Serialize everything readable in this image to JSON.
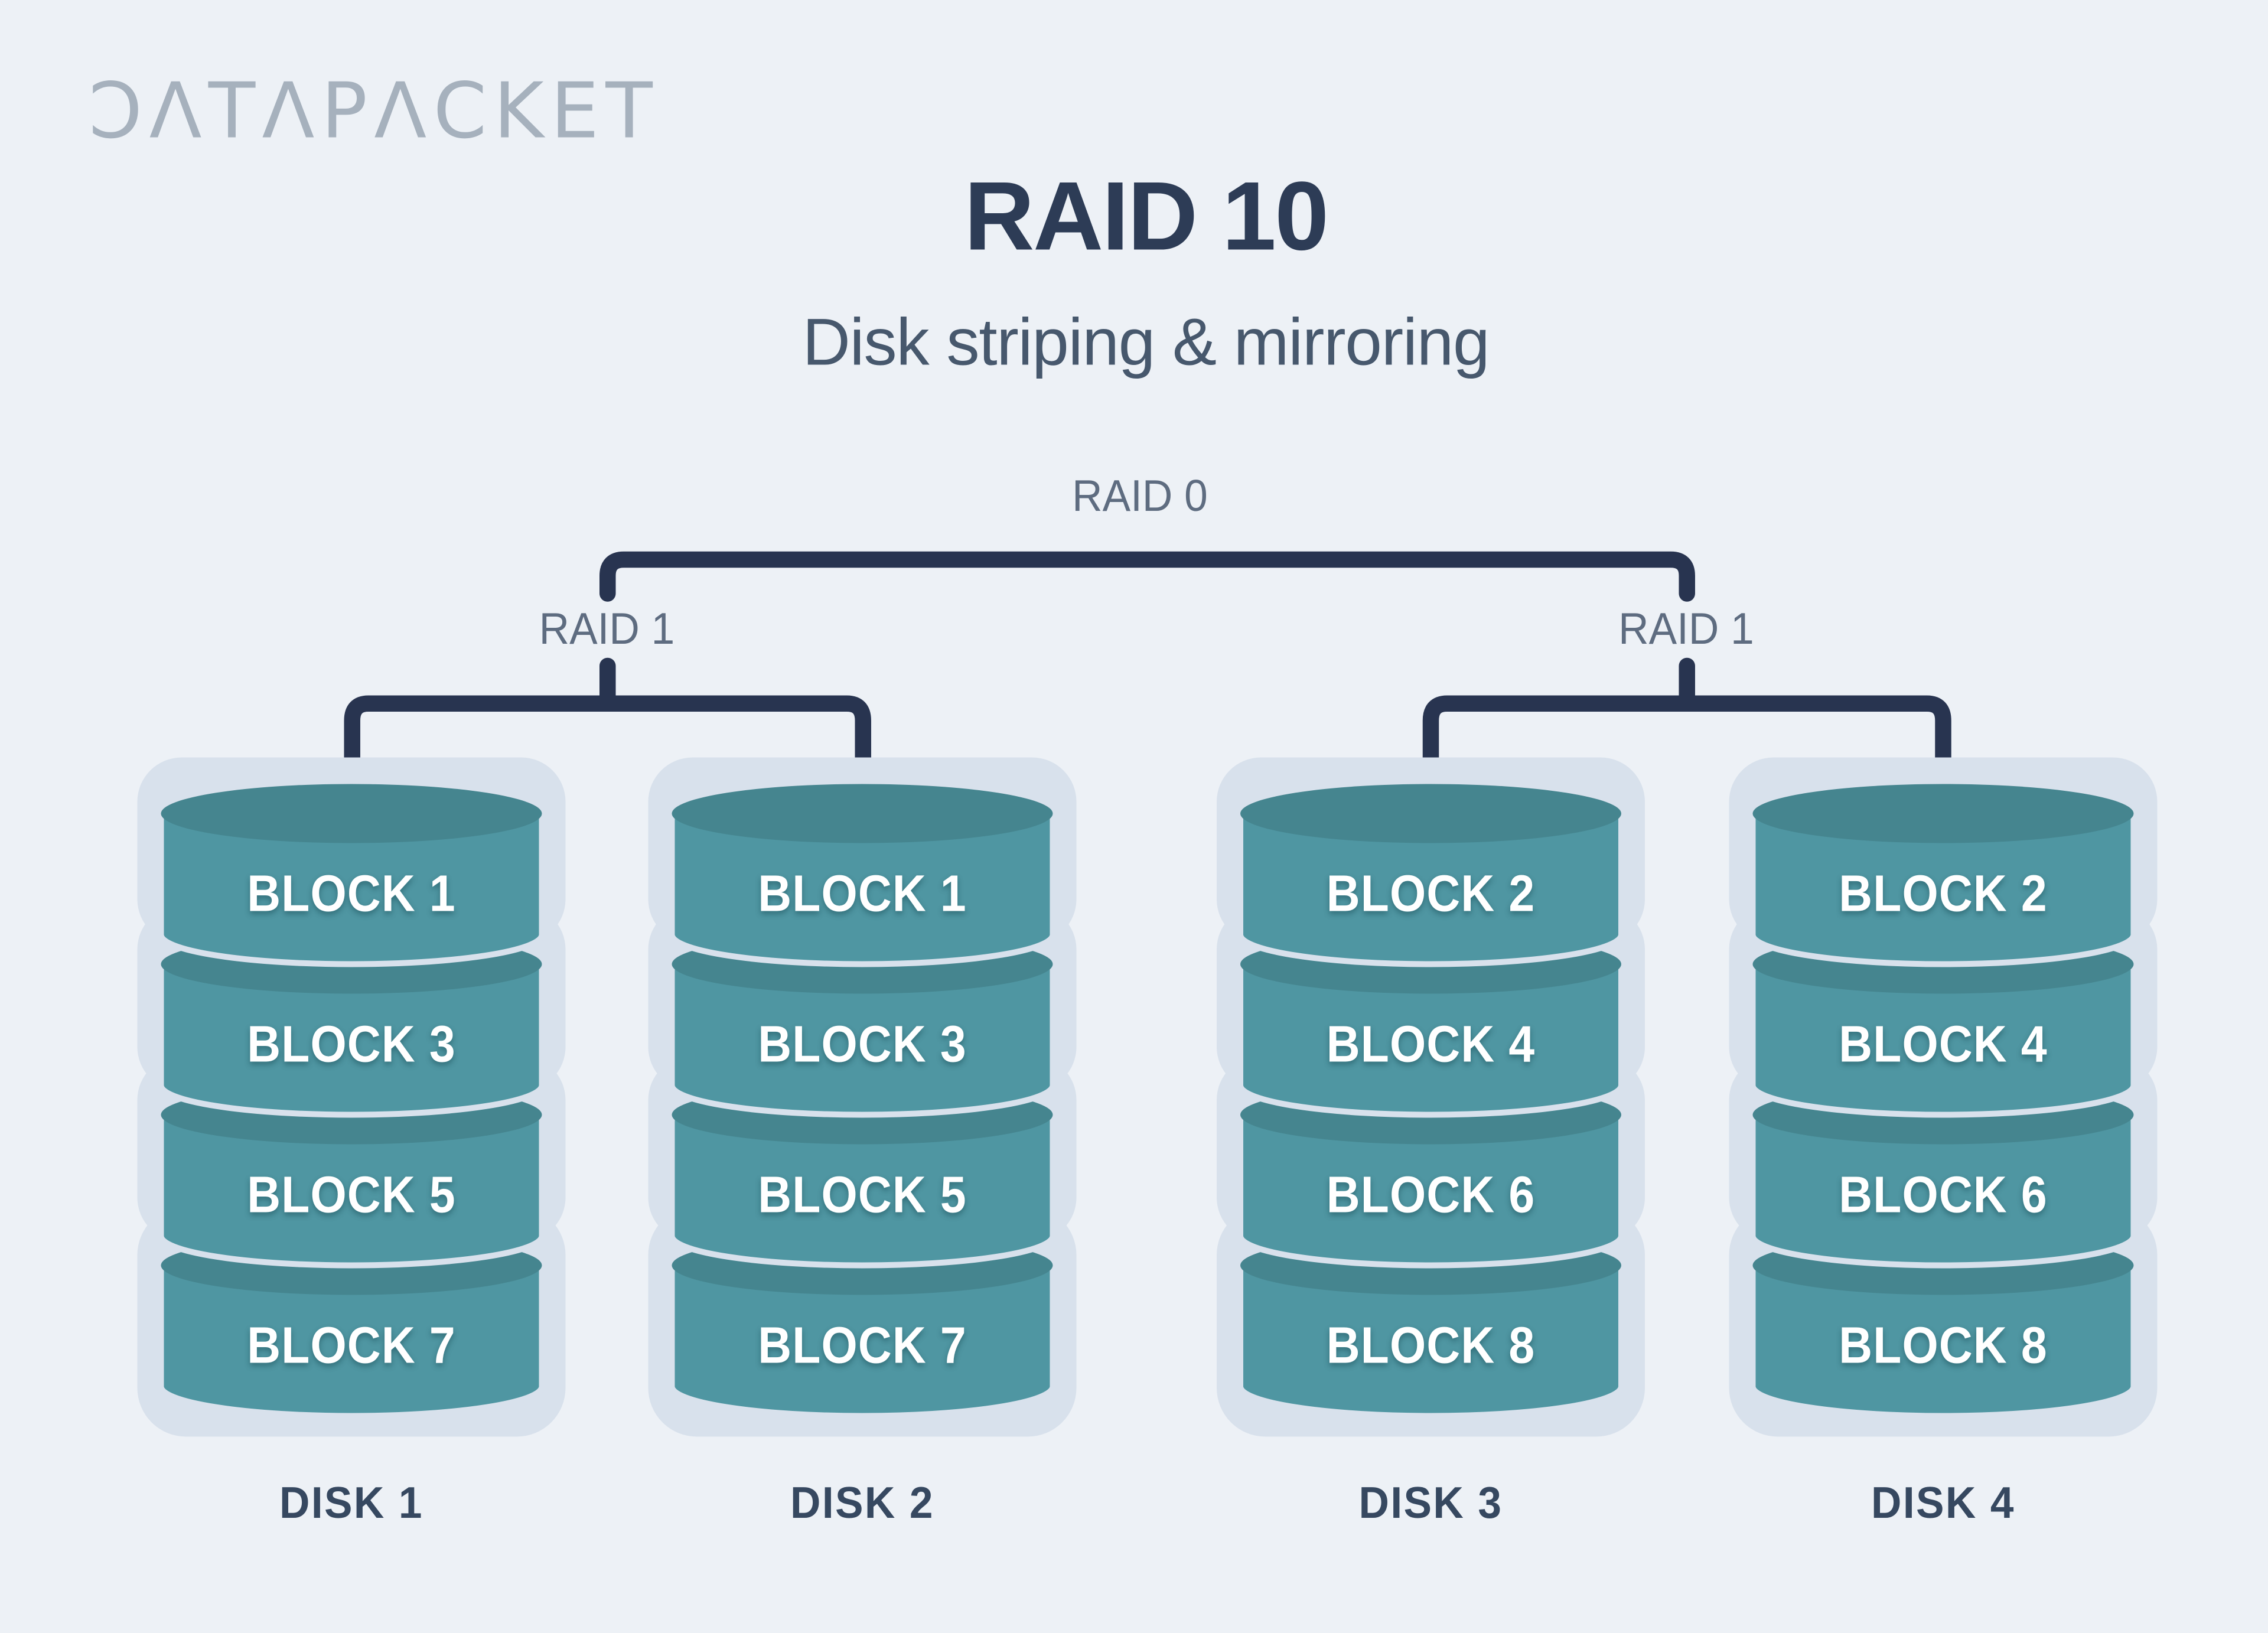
{
  "logo": {
    "text": "DATAPACKET",
    "display": "ƆΛTΛPΛCKET"
  },
  "header": {
    "title": "RAID 10",
    "subtitle": "Disk striping & mirroring"
  },
  "tree": {
    "root_label": "RAID 0",
    "left_group_label": "RAID 1",
    "right_group_label": "RAID 1"
  },
  "disks": [
    {
      "name": "DISK 1",
      "blocks": [
        "BLOCK 1",
        "BLOCK 3",
        "BLOCK 5",
        "BLOCK 7"
      ]
    },
    {
      "name": "DISK 2",
      "blocks": [
        "BLOCK 1",
        "BLOCK 3",
        "BLOCK 5",
        "BLOCK 7"
      ]
    },
    {
      "name": "DISK 3",
      "blocks": [
        "BLOCK 2",
        "BLOCK 4",
        "BLOCK 6",
        "BLOCK 8"
      ]
    },
    {
      "name": "DISK 4",
      "blocks": [
        "BLOCK 2",
        "BLOCK 4",
        "BLOCK 6",
        "BLOCK 8"
      ]
    }
  ],
  "colors": {
    "background": "#EDF1F6",
    "container": "#D8E1EC",
    "disk_body": "#4F96A2",
    "disk_cap": "#45858F",
    "connector": "#283450",
    "title_color": "#2D3C56",
    "subtitle_color": "#47586D",
    "raid_label_color": "#5E6C80",
    "disk_label_color": "#364860",
    "logo_color": "#A6B1BD",
    "block_text_color": "#FFFFFF"
  }
}
